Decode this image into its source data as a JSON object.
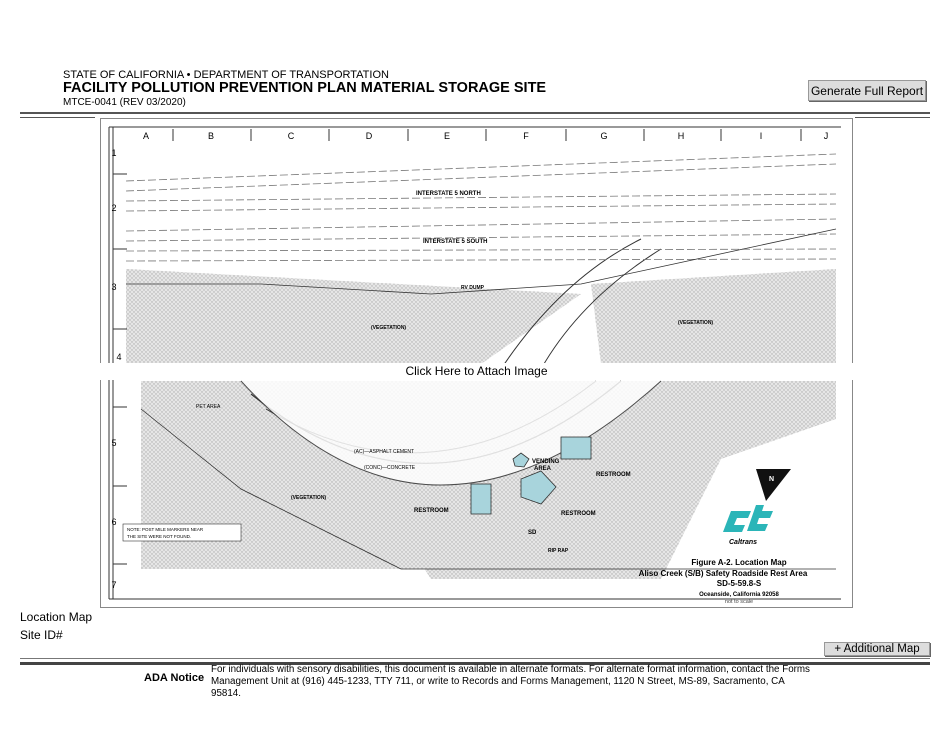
{
  "header": {
    "agency": "STATE OF CALIFORNIA • DEPARTMENT OF TRANSPORTATION",
    "title": "FACILITY POLLUTION PREVENTION PLAN MATERIAL STORAGE SITE",
    "form_number": "MTCE-0041 (REV 03/2020)",
    "generate_button": "Generate Full Report"
  },
  "map": {
    "attach_label": "Click Here to Attach Image",
    "columns": [
      "A",
      "B",
      "C",
      "D",
      "E",
      "F",
      "G",
      "H",
      "I",
      "J"
    ],
    "rows": [
      "1",
      "2",
      "3",
      "4",
      "5",
      "6",
      "7"
    ],
    "labels": {
      "i5n": "INTERSTATE 5 NORTH",
      "i5s": "INTERSTATE 5 SOUTH",
      "rv_dump": "RV DUMP",
      "veg": "(VEGETATION)",
      "pet": "PET AREA",
      "ac": "(AC)—ASPHALT CEMENT",
      "conc": "(CONC)—CONCRETE",
      "vending": "VENDING",
      "area": "AREA",
      "restroom": "RESTROOM",
      "sd": "SD",
      "riprap": "RIP RAP",
      "note1": "NOTE: POST MILE MARKERS NEAR",
      "note2": "THE SITE WERE NOT FOUND.",
      "north": "N"
    },
    "logo_text": "Caltrans",
    "caption": {
      "figure": "Figure A-2. Location Map",
      "site": "Aliso Creek (S/B) Safety Roadside Rest Area",
      "code": "SD-5-59.8-S",
      "city": "Oceanside, California 92058",
      "scale": "not to scale"
    },
    "colors": {
      "building": "#a8d4dc",
      "logo": "#2bb5b8",
      "hatch": "#bbbbbb"
    }
  },
  "fields": {
    "location_map": "Location Map",
    "site_id": "Site ID#"
  },
  "additional_map_button": "+ Additional Map",
  "ada": {
    "heading": "ADA Notice",
    "text": "For individuals with sensory disabilities, this document is available in alternate formats. For alternate format information, contact the Forms Management Unit at (916) 445-1233, TTY 711, or write to Records and Forms Management, 1120 N Street, MS-89, Sacramento, CA 95814."
  }
}
